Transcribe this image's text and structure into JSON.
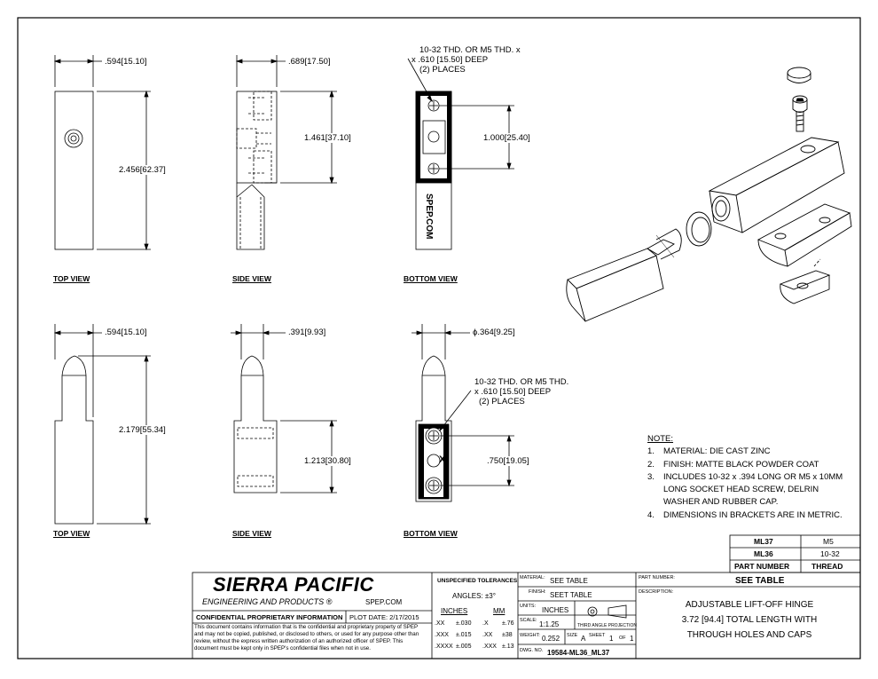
{
  "views": {
    "top_view_1": "TOP VIEW",
    "side_view_1": "SIDE VIEW",
    "bottom_view_1": "BOTTOM VIEW",
    "top_view_2": "TOP VIEW",
    "side_view_2": "SIDE VIEW",
    "bottom_view_2": "BOTTOM VIEW"
  },
  "dimensions": {
    "d1": ".594[15.10]",
    "d2": "2.456[62.37]",
    "d3": ".689[17.50]",
    "d4": "1.461[37.10]",
    "d5": "1.000[25.40]",
    "d6": ".594[15.10]",
    "d7": "2.179[55.34]",
    "d8": ".391[9.93]",
    "d9": "1.213[30.80]",
    "d10": "ϕ.364[9.25]",
    "d11": ".750[19.05]"
  },
  "callouts": {
    "thread_top_1": "10-32 THD. OR M5 THD. x",
    "thread_top_2": "x .610 [15.50] DEEP",
    "thread_top_3": "(2) PLACES",
    "thread_bot_1": "10-32 THD. OR M5 THD.",
    "thread_bot_2": "x .610 [15.50] DEEP",
    "thread_bot_3": "(2) PLACES",
    "engraving": "SPEP.COM",
    "mark_x": "X"
  },
  "notes": {
    "heading": "NOTE:",
    "items": [
      {
        "n": "1.",
        "lines": [
          "MATERIAL: DIE CAST ZINC"
        ]
      },
      {
        "n": "2.",
        "lines": [
          "FINISH: MATTE BLACK POWDER COAT"
        ]
      },
      {
        "n": "3.",
        "lines": [
          "INCLUDES 10-32 x .394 LONG OR M5 x 10MM",
          "LONG SOCKET HEAD SCREW, DELRIN",
          "WASHER AND RUBBER CAP."
        ]
      },
      {
        "n": "4.",
        "lines": [
          "DIMENSIONS IN BRACKETS ARE IN METRIC."
        ]
      }
    ]
  },
  "part_table": {
    "rows": [
      {
        "part": "ML37",
        "thread": "M5"
      },
      {
        "part": "ML36",
        "thread": "10-32"
      }
    ],
    "header_part": "PART NUMBER",
    "header_thread": "THREAD"
  },
  "title_block": {
    "company": "SIERRA PACIFIC",
    "company_sub": "ENGINEERING AND PRODUCTS",
    "reg": "®",
    "website": "SPEP.COM",
    "confidential_title": "CONFIDENTIAL PROPRIETARY INFORMATION",
    "plot_date": "PLOT DATE: 2/17/2015",
    "confidential_text": "This document contains information that is the confidential and proprietary property of SPEP and may not be copied, published, or disclosed to others, or used for any purpose other than review, without the express written authorization of an authorized officer of SPEP. This document must be kept only in SPEP's confidential files when not in use.",
    "tol_title": "UNSPECIFIED TOLERANCES",
    "angles": "ANGLES: ±3°",
    "inches_hdr": "INCHES",
    "mm_hdr": "MM",
    "tol_rows": [
      {
        "a": ".XX",
        "b": "±.030",
        "c": ".X",
        "d": "±.76"
      },
      {
        "a": ".XXX",
        "b": "±.015",
        "c": ".XX",
        "d": "±38"
      },
      {
        "a": ".XXXX",
        "b": "±.005",
        "c": ".XXX",
        "d": "±.13"
      }
    ],
    "material_lbl": "MATERIAL:",
    "material": "SEE TABLE",
    "finish_lbl": "FINISH:",
    "finish": "SEET TABLE",
    "units_lbl": "UNITS:",
    "units": "INCHES",
    "scale_lbl": "SCALE:",
    "scale": "1:1.25",
    "projection": "THIRD ANGLE PROJECTION",
    "weight_lbl": "WEIGHT:",
    "weight": "0.252",
    "size_lbl": "SIZE",
    "size": "A",
    "sheet_lbl": "SHEET",
    "sheet": "1",
    "of_lbl": "OF",
    "of": "1",
    "dwg_lbl": "DWG. NO.",
    "dwg": "19584-ML36_ML37",
    "partnum_lbl": "PART NUMBER:",
    "partnum": "SEE TABLE",
    "desc_lbl": "DESCRIPTION:",
    "desc_lines": [
      "ADJUSTABLE LIFT-OFF HINGE",
      "3.72 [94.4] TOTAL LENGTH WITH",
      "THROUGH HOLES AND CAPS"
    ]
  }
}
